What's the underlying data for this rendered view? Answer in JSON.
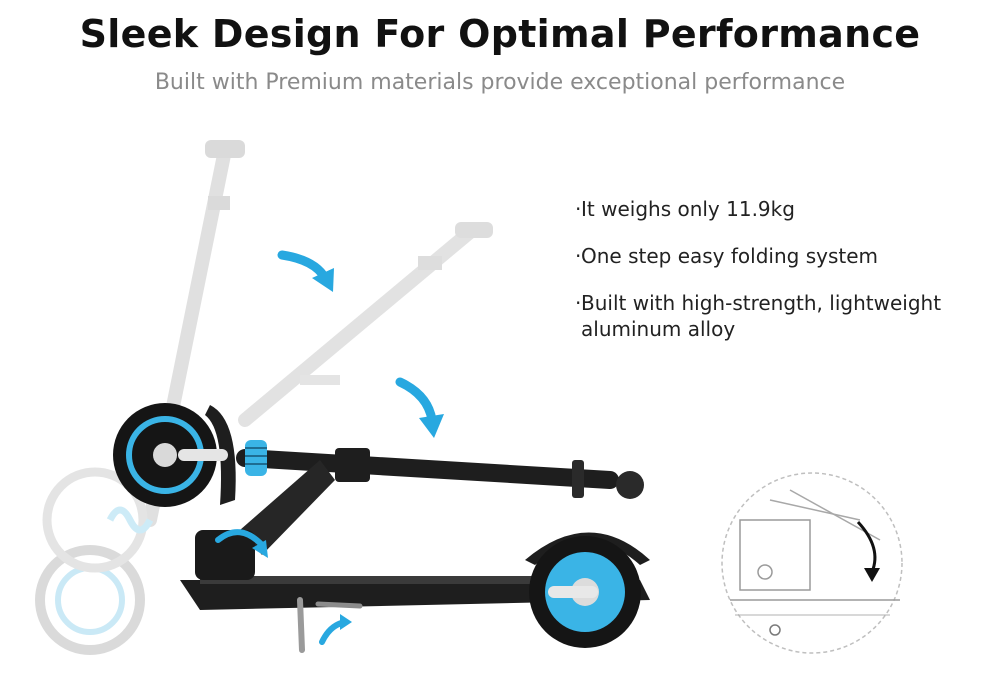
{
  "header": {
    "title": "Sleek Design For Optimal Performance",
    "subtitle": "Built with Premium materials provide exceptional performance"
  },
  "features": [
    {
      "bullet": "·",
      "text": "It weighs only 11.9kg"
    },
    {
      "bullet": "·",
      "text": "One step easy folding system"
    },
    {
      "bullet": "·",
      "text": "Built with high-strength,  lightweight aluminum alloy"
    }
  ],
  "colors": {
    "accent": "#28a8e0",
    "wheel_accent": "#3ab4e6",
    "frame": "#1e1e1e",
    "ghost": "#c8c8c8"
  },
  "icons": [
    "curved-arrow-icon",
    "fold-arrow-icon",
    "kickstand-arrow-icon",
    "detail-arrow-icon"
  ]
}
